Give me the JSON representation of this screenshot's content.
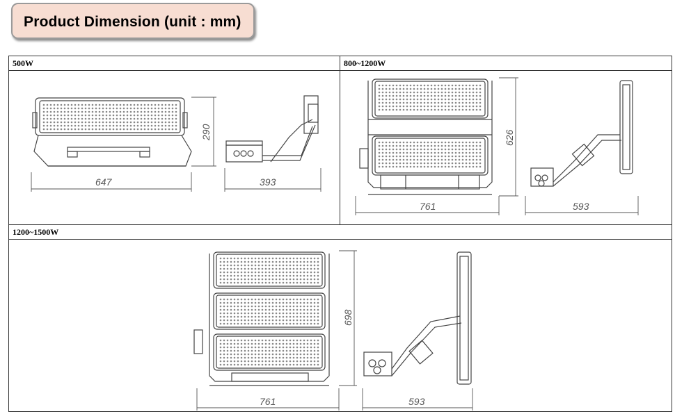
{
  "title": "Product Dimension (unit : mm)",
  "sections": [
    {
      "label": "500W",
      "width_dim": "647",
      "height_dim": "290",
      "side_dim": "393"
    },
    {
      "label": "800~1200W",
      "width_dim": "761",
      "height_dim": "626",
      "side_dim": "593"
    },
    {
      "label": "1200~1500W",
      "width_dim": "761",
      "height_dim": "698",
      "side_dim": "593"
    }
  ],
  "colors": {
    "title_bg": "#f7ddd2",
    "title_border": "#9a9a9a",
    "line": "#444444"
  },
  "icons": [
    "front-view-drawing",
    "side-view-drawing"
  ]
}
